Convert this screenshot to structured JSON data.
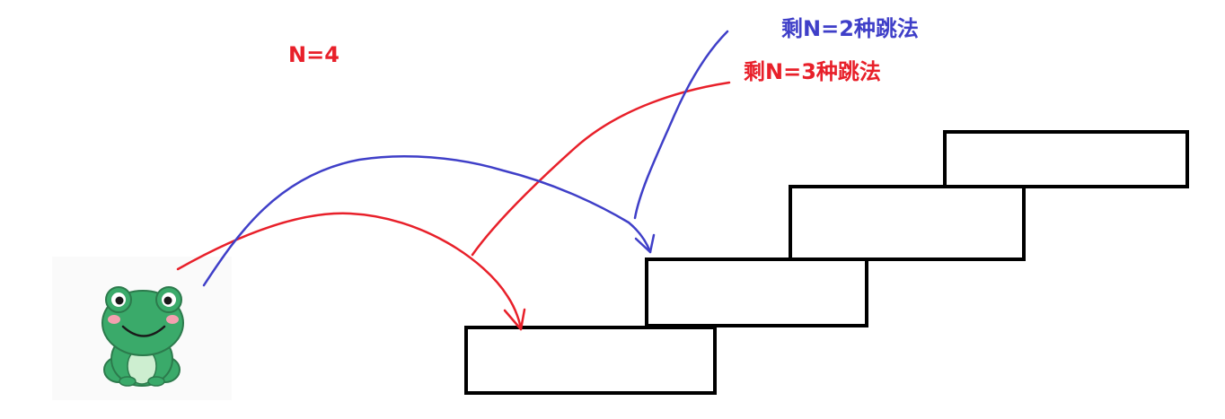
{
  "labels": {
    "n_total": "N=4",
    "remaining_two": "剩N=2种跳法",
    "remaining_three": "剩N=3种跳法"
  },
  "colors": {
    "red": "#e8202a",
    "blue": "#3f3fc8",
    "step_stroke": "#000000",
    "frog_body": "#3aaa6a",
    "frog_belly": "#cdeed0",
    "frog_cheek": "#f4a0b0"
  },
  "icons": {
    "frog": "frog-icon"
  },
  "steps": {
    "count": 4
  }
}
